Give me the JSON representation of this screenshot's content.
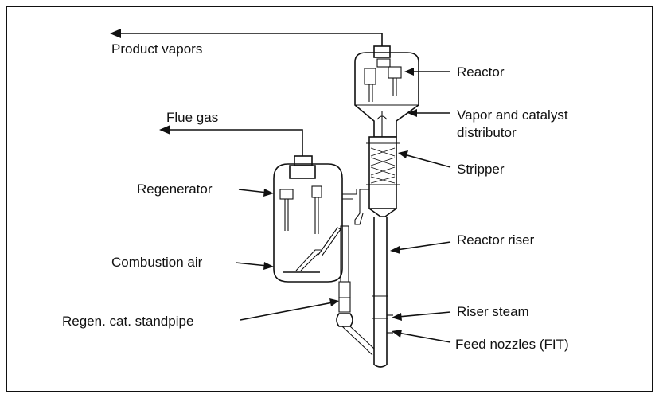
{
  "labels": {
    "product_vapors": "Product vapors",
    "flue_gas": "Flue gas",
    "reactor": "Reactor",
    "vapor_dist_line1": "Vapor and catalyst",
    "vapor_dist_line2": "distributor",
    "stripper": "Stripper",
    "regenerator": "Regenerator",
    "reactor_riser": "Reactor riser",
    "combustion_air": "Combustion air",
    "riser_steam": "Riser steam",
    "regen_standpipe": "Regen. cat. standpipe",
    "feed_nozzles": "Feed nozzles (FIT)"
  }
}
